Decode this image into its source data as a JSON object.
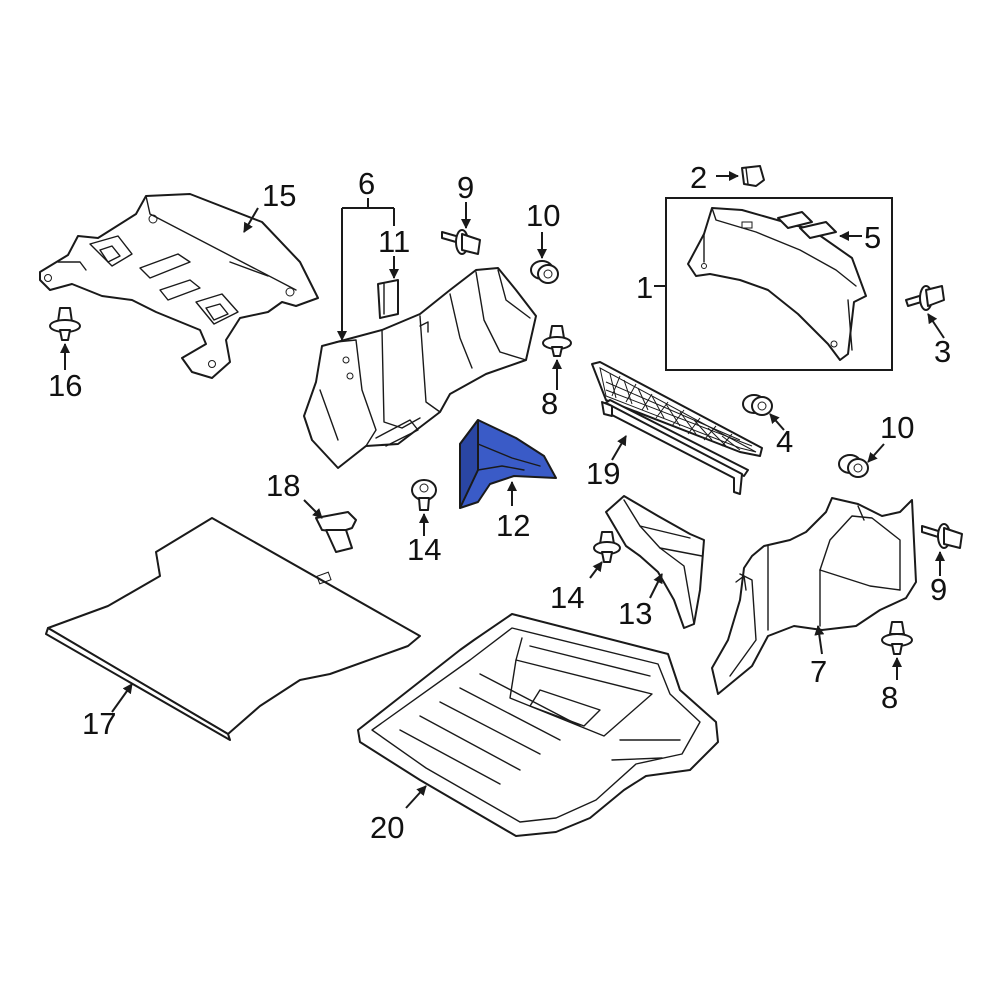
{
  "colors": {
    "line": "#1a1a1a",
    "highlight": "#3a5bc7",
    "highlight_dark": "#2a46a3",
    "background": "#ffffff"
  },
  "callouts": {
    "c1": "1",
    "c2": "2",
    "c3": "3",
    "c4": "4",
    "c5": "5",
    "c6": "6",
    "c7": "7",
    "c8a": "8",
    "c8b": "8",
    "c9a": "9",
    "c9b": "9",
    "c10a": "10",
    "c10b": "10",
    "c11": "11",
    "c12": "12",
    "c13": "13",
    "c14a": "14",
    "c14b": "14",
    "c15": "15",
    "c16": "16",
    "c17": "17",
    "c18": "18",
    "c19": "19",
    "c20": "20"
  },
  "highlighted_part": "12"
}
